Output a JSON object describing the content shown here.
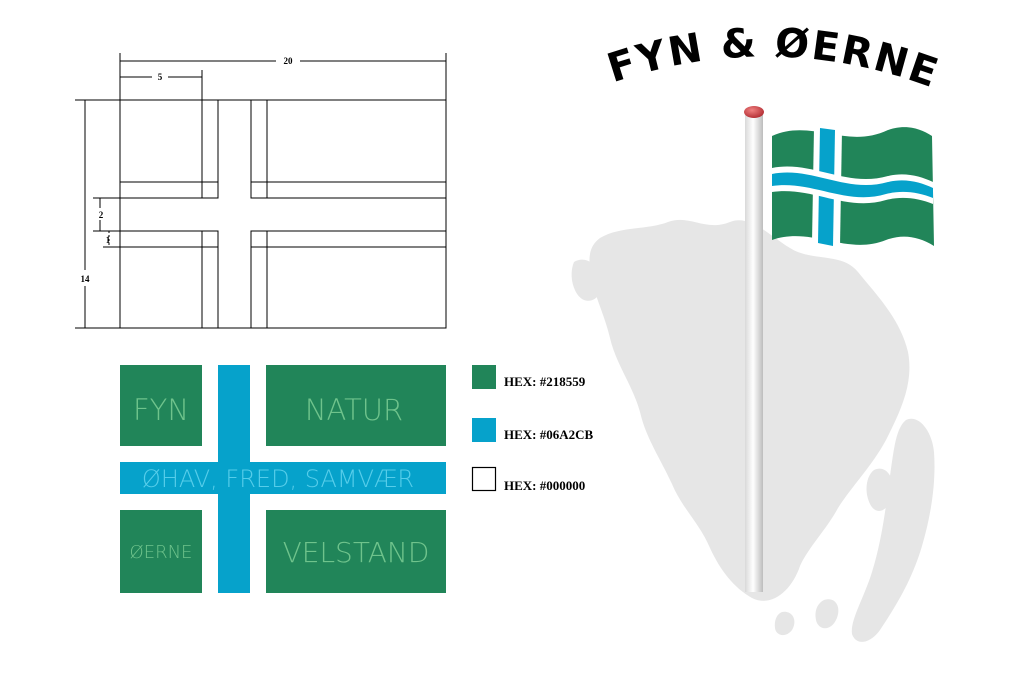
{
  "title": "FYN & ØERNE",
  "dimensions": {
    "total_width": "20",
    "canton_width": "5",
    "cross_gap": "2",
    "stripe_width": "1",
    "total_height": "14"
  },
  "flag_words": {
    "top_left": "FYN",
    "top_right": "NATUR",
    "stripe": "ØHAV, FRED, SAMVÆR",
    "bottom_left": "ØERNE",
    "bottom_right": "VELSTAND"
  },
  "legend": [
    {
      "label": "HEX: #218559",
      "color": "#218559"
    },
    {
      "label": "HEX: #06A2CB",
      "color": "#06A2CB"
    },
    {
      "label": "HEX: #000000",
      "color": "#ffffff"
    }
  ],
  "colors": {
    "green": "#218559",
    "blue": "#06A2CB",
    "white": "#ffffff",
    "map_gray": "#e6e6e6",
    "pole_knob": "#c8323a"
  }
}
